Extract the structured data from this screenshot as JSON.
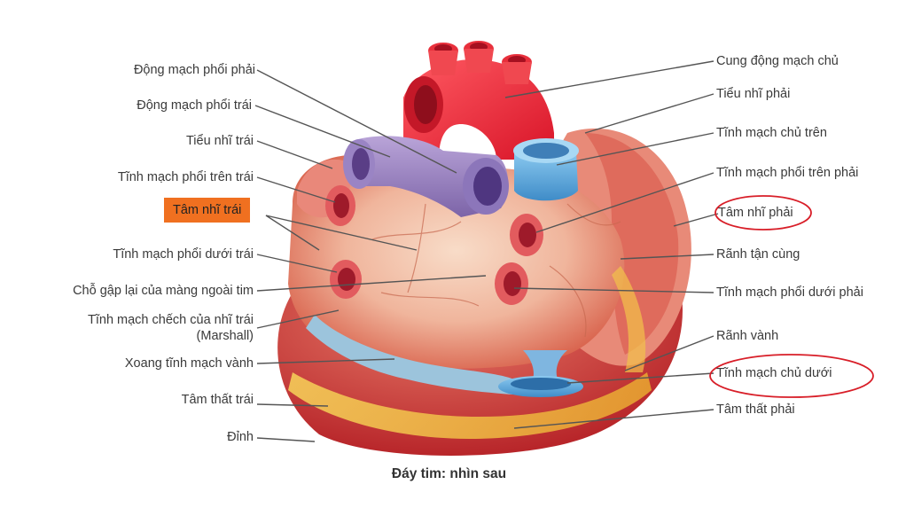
{
  "caption": "Đáy tim: nhìn sau",
  "labels_left": [
    "Động mạch phổi phải",
    "Động mạch phổi trái",
    "Tiểu nhĩ trái",
    "Tĩnh mạch phổi trên trái",
    "Tâm nhĩ trái",
    "Tĩnh mạch phổi dưới trái",
    "Chỗ gập lại của màng ngoài tim",
    "Tĩnh mạch chếch của nhĩ trái",
    "(Marshall)",
    "Xoang tĩnh mạch vành",
    "Tâm thất trái",
    "Đỉnh"
  ],
  "labels_right": [
    "Cung động mạch chủ",
    "Tiểu nhĩ phải",
    "Tĩnh mạch chủ trên",
    "Tĩnh mạch phổi trên phải",
    "Tâm nhĩ phải",
    "Rãnh tận cùng",
    "Tĩnh mạch phổi dưới phải",
    "Rãnh vành",
    "Tĩnh mạch chủ dưới",
    "Tâm thất phải"
  ],
  "colors": {
    "highlight": "#f07020",
    "circle": "#d81e28",
    "leader": "#555555"
  }
}
